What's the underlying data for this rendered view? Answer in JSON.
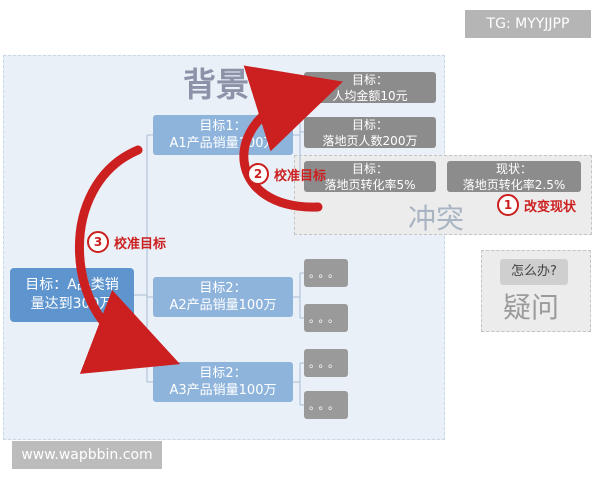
{
  "watermark_top": "TG: MYYJJPP",
  "watermark_bottom": "www.wapbbin.com",
  "section_labels": {
    "background": "背景",
    "conflict": "冲突",
    "question": "疑问"
  },
  "question_box": "怎么办?",
  "root": {
    "line1": "目标：A品类销",
    "line2": "量达到300万"
  },
  "level1": [
    {
      "line1": "目标1：",
      "line2": "A1产品销量100万"
    },
    {
      "line1": "目标2：",
      "line2": "A2产品销量100万"
    },
    {
      "line1": "目标2：",
      "line2": "A3产品销量100万"
    }
  ],
  "level2": [
    {
      "line1": "目标：",
      "line2": "人均金额10元"
    },
    {
      "line1": "目标：",
      "line2": "落地页人数200万"
    },
    {
      "line1": "目标：",
      "line2": "落地页转化率5%"
    }
  ],
  "status_box": {
    "line1": "现状：",
    "line2": "落地页转化率2.5%"
  },
  "placeholder": "。。。",
  "annotations": [
    {
      "num": "1",
      "text": "改变现状"
    },
    {
      "num": "2",
      "text": "校准目标"
    },
    {
      "num": "3",
      "text": "校准目标"
    }
  ],
  "colors": {
    "root": "#5f95cf",
    "level1": "#8fb4dc",
    "level2": "#8c8c8c",
    "arrow": "#cc1f1f"
  }
}
